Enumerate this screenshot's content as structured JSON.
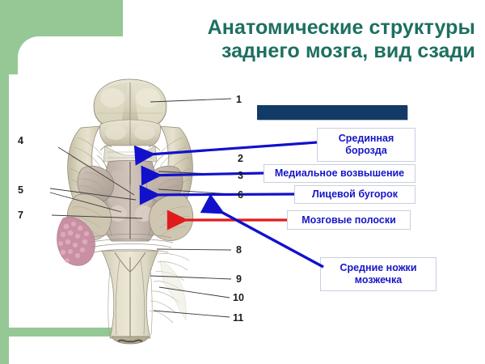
{
  "slide": {
    "title_line1": "Анатомические структуры",
    "title_line2": "заднего мозга, вид сзади",
    "title_color": "#1d7060",
    "accent_green": "#95c894",
    "navy_bar_color": "#123a66",
    "label_text_color": "#1616c8",
    "blue_arrow_color": "#1111cc",
    "red_arrow_color": "#e01b1b",
    "background": "#ffffff"
  },
  "callouts": [
    {
      "id": "sredinnaya",
      "label": "Срединная\nборозда",
      "line1": "Срединная",
      "line2": "борозда",
      "arrow": "blue"
    },
    {
      "id": "medialnoe",
      "label": "Медиальное возвышение",
      "line1": "Медиальное возвышение",
      "line2": "",
      "arrow": "blue"
    },
    {
      "id": "licevoi",
      "label": "Лицевой бугорок",
      "line1": "Лицевой бугорок",
      "line2": "",
      "arrow": "blue"
    },
    {
      "id": "mozgovye",
      "label": "Мозговые полоски",
      "line1": "Мозговые полоски",
      "line2": "",
      "arrow": "red"
    },
    {
      "id": "nozhki",
      "label": "Средние ножки мозжечка",
      "line1": "Средние ножки",
      "line2": "мозжечка",
      "arrow": "blue"
    }
  ],
  "numbers": {
    "n1": "1",
    "n2": "2",
    "n3": "3",
    "n4": "4",
    "n5": "5",
    "n6": "6",
    "n7": "7",
    "n8": "8",
    "n9": "9",
    "n10": "10",
    "n11": "11"
  }
}
